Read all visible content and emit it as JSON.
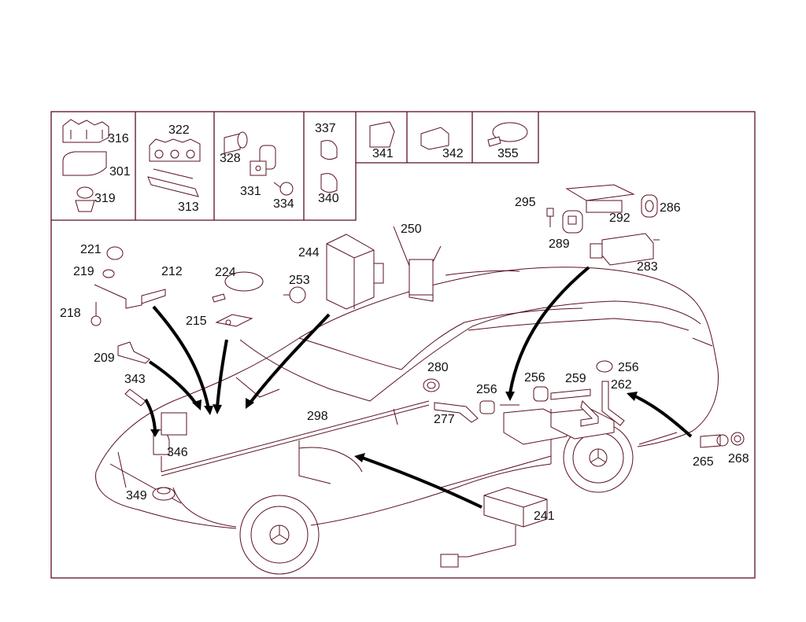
{
  "colors": {
    "line": "#5a1020",
    "arrow": "#000000",
    "background": "#ffffff"
  },
  "callouts": {
    "c316": "316",
    "c301": "301",
    "c319": "319",
    "c322": "322",
    "c313": "313",
    "c328": "328",
    "c331": "331",
    "c334": "334",
    "c337": "337",
    "c340": "340",
    "c341": "341",
    "c342": "342",
    "c355": "355",
    "c295": "295",
    "c292": "292",
    "c286": "286",
    "c289": "289",
    "c283": "283",
    "c221": "221",
    "c219": "219",
    "c212": "212",
    "c218": "218",
    "c224": "224",
    "c215": "215",
    "c253": "253",
    "c244": "244",
    "c250": "250",
    "c209": "209",
    "c343": "343",
    "c346": "346",
    "c349": "349",
    "c298": "298",
    "c280": "280",
    "c277": "277",
    "c256a": "256",
    "c256b": "256",
    "c256c": "256",
    "c259": "259",
    "c262": "262",
    "c265": "265",
    "c268": "268",
    "c241": "241"
  }
}
